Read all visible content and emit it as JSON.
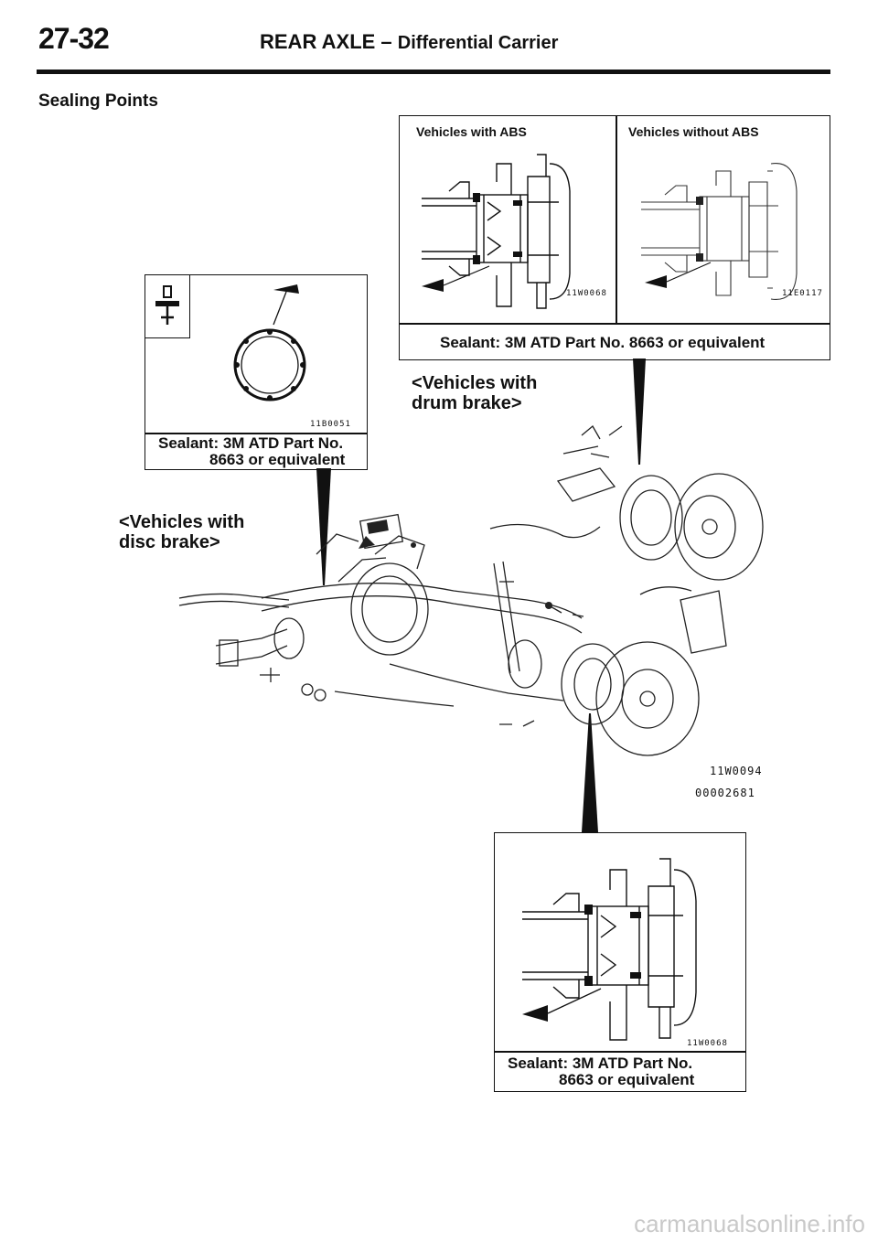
{
  "header": {
    "page_number": "27-32",
    "title": "REAR AXLE",
    "dash": " – ",
    "subtitle": "Differential Carrier"
  },
  "section_title": "Sealing Points",
  "abs_panel": {
    "with_abs_label": "Vehicles with ABS",
    "without_abs_label": "Vehicles without ABS",
    "with_abs_code": "11W0068",
    "without_abs_code": "11E0117",
    "sealant": "Sealant: 3M ATD Part No. 8663 or equivalent"
  },
  "cover_panel": {
    "code": "11B0051",
    "sealant_line1": "Sealant: 3M ATD Part No.",
    "sealant_line2": "8663 or equivalent"
  },
  "drum_caption": {
    "line1": "<Vehicles with",
    "line2": "drum brake>"
  },
  "disc_caption": {
    "line1": "<Vehicles with",
    "line2": "disc brake>"
  },
  "main_diagram": {
    "code": "11W0094",
    "ref": "00002681"
  },
  "bottom_panel": {
    "code": "11W0068",
    "sealant_line1": "Sealant: 3M ATD Part No.",
    "sealant_line2": "8663 or equivalent"
  },
  "watermark": "carmanualsonline.info"
}
